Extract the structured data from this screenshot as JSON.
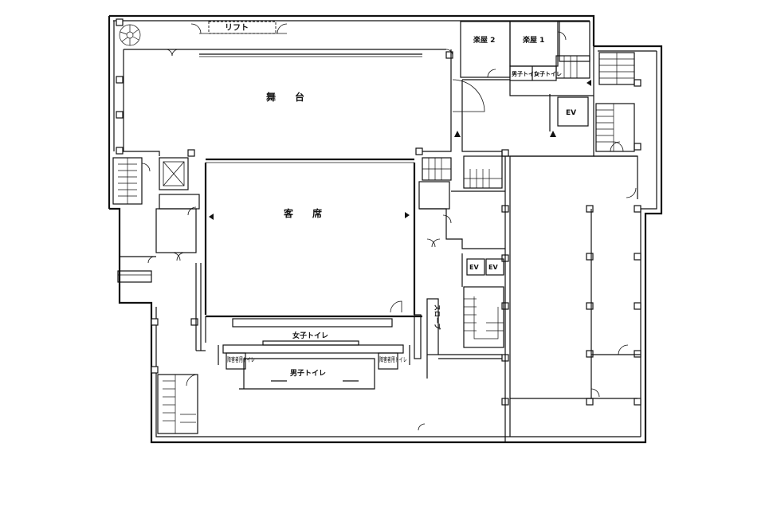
{
  "labels": {
    "lift": "リフト",
    "stage": "舞　　台",
    "dressing_room_2": "楽屋 2",
    "dressing_room_1": "楽屋 1",
    "mens_toilet_top": "男子トイレ",
    "womens_toilet_top": "女子トイレ",
    "ev_top": "EV",
    "audience_seats": "客　　席",
    "ev_left": "EV",
    "ev_right": "EV",
    "slope": "スロープ",
    "womens_toilet_bottom": "女子トイレ",
    "mens_toilet_bottom": "男子トイレ",
    "accessible_toilet_left": "障害者用トイレ",
    "accessible_toilet_right": "障害者用トイレ"
  }
}
